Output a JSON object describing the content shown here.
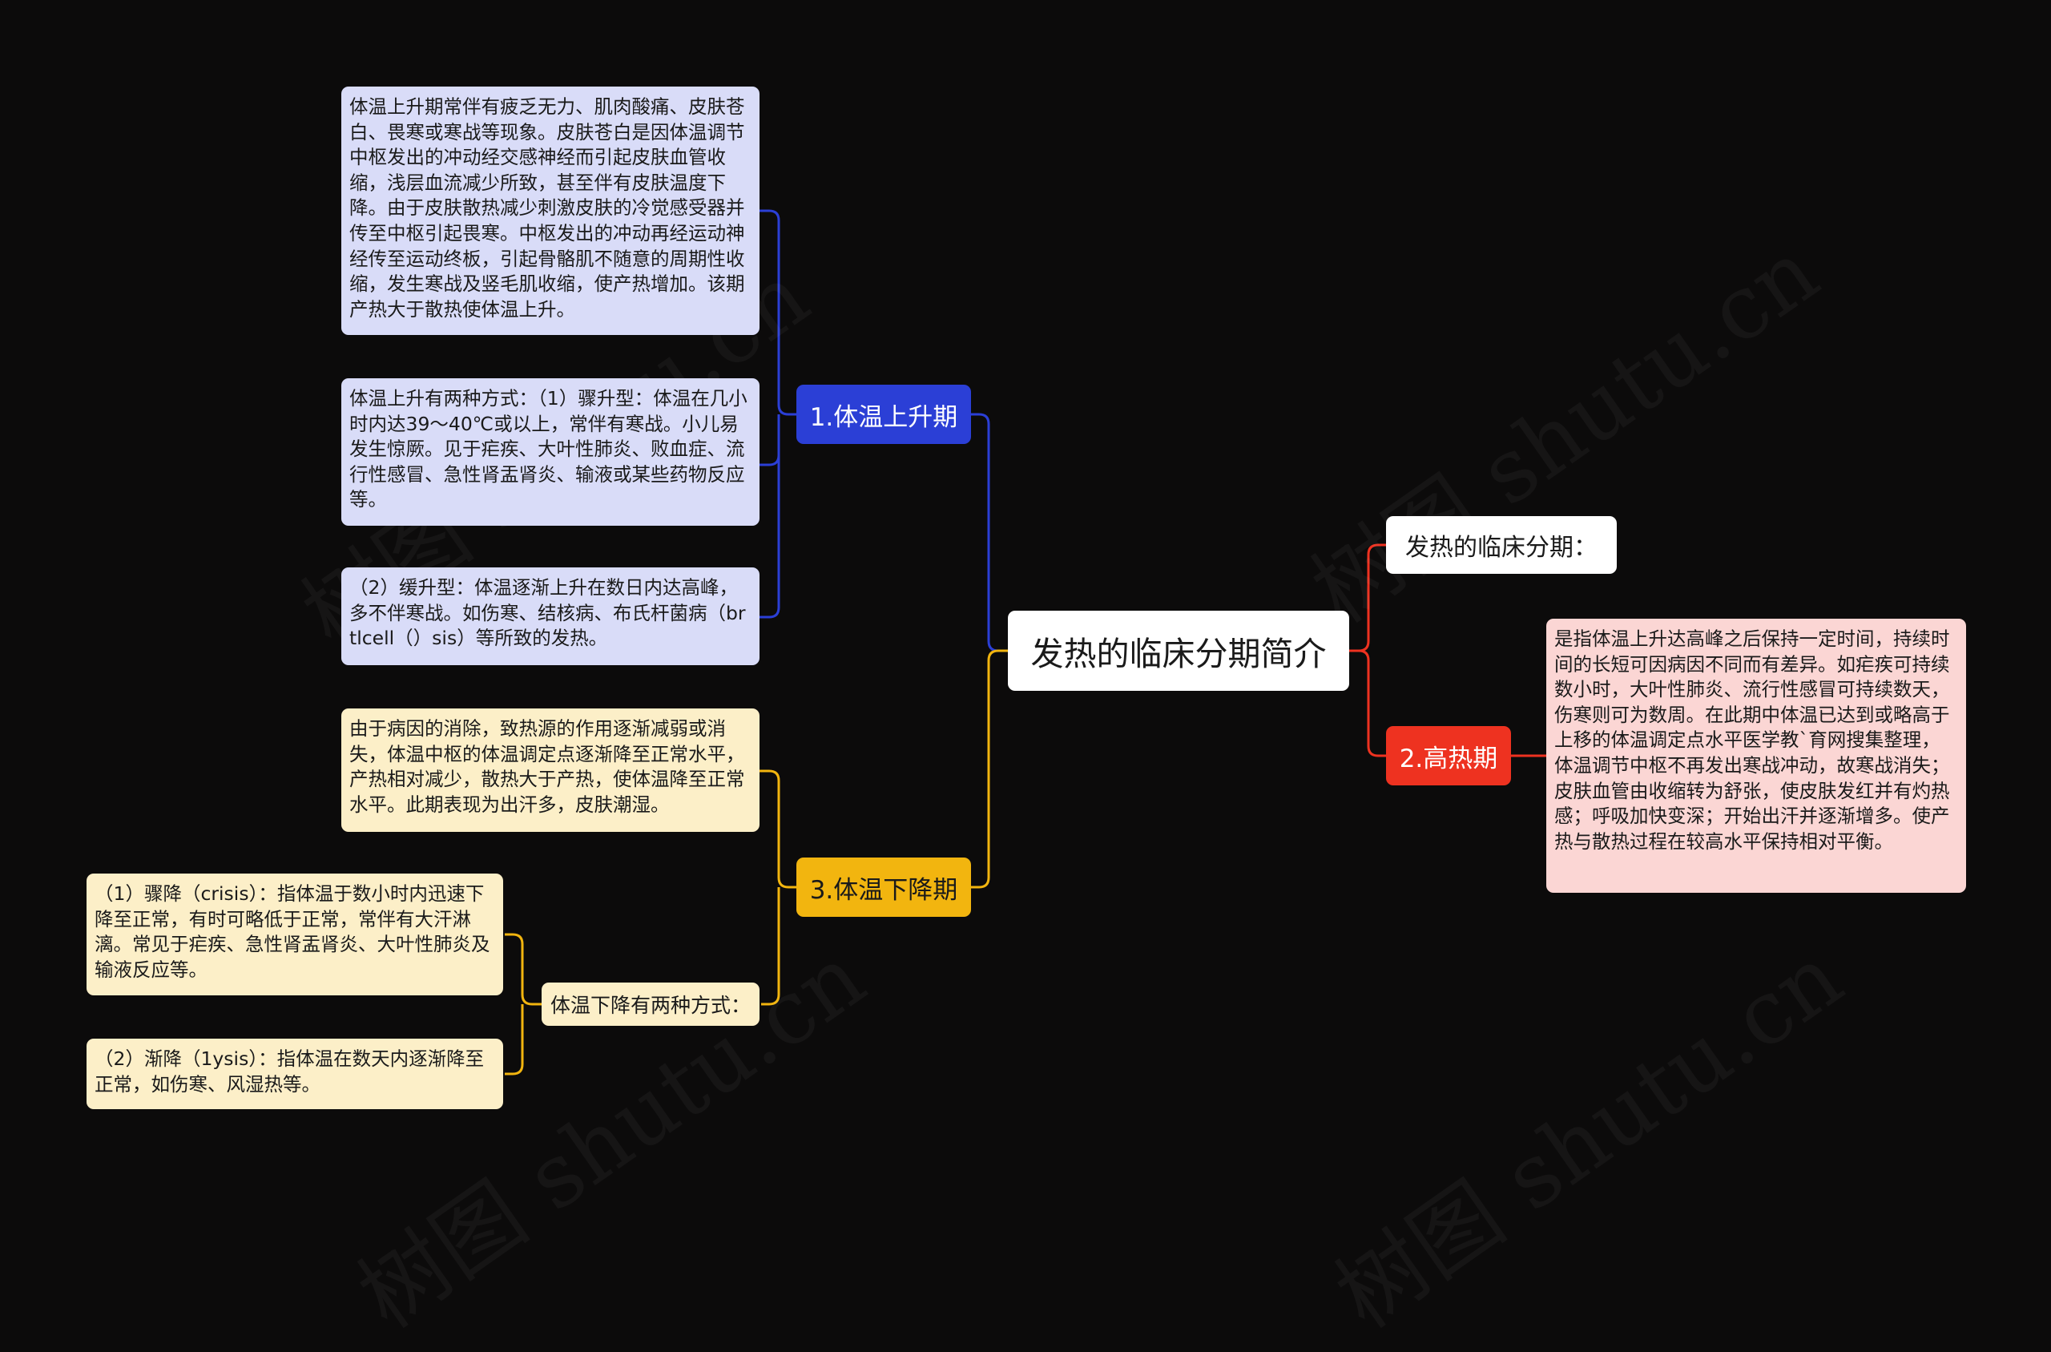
{
  "colors": {
    "background": "#0c0b0b",
    "blue_branch": "#2b3fd6",
    "yellow_branch": "#f2b50f",
    "red_branch": "#ee3220",
    "blue_leaf": "#d9dcf8",
    "yellow_leaf": "#fcefc8",
    "red_leaf": "#fbd6d4"
  },
  "root": {
    "label": "发热的临床分期简介"
  },
  "branches": {
    "rise": {
      "label": "1.体温上升期",
      "notes": [
        "体温上升期常伴有疲乏无力、肌肉酸痛、皮肤苍白、畏寒或寒战等现象。皮肤苍白是因体温调节中枢发出的冲动经交感神经而引起皮肤血管收缩，浅层血流减少所致，甚至伴有皮肤温度下降。由于皮肤散热减少刺激皮肤的冷觉感受器并传至中枢引起畏寒。中枢发出的冲动再经运动神经传至运动终板，引起骨骼肌不随意的周期性收缩，发生寒战及竖毛肌收缩，使产热增加。该期产热大于散热使体温上升。",
        "体温上升有两种方式：（1）骤升型：体温在几小时内达39～40℃或以上，常伴有寒战。小儿易发生惊厥。见于疟疾、大叶性肺炎、败血症、流行性感冒、急性肾盂肾炎、输液或某些药物反应等。",
        "（2）缓升型：体温逐渐上升在数日内达高峰，多不伴寒战。如伤寒、结核病、布氏杆菌病（brtlcell（）sis）等所致的发热。"
      ]
    },
    "fall": {
      "label": "3.体温下降期",
      "notes": [
        "由于病因的消除，致热源的作用逐渐减弱或消失，体温中枢的体温调定点逐渐降至正常水平，产热相对减少，散热大于产热，使体温降至正常水平。此期表现为出汗多，皮肤潮湿。"
      ],
      "sub": {
        "label": "体温下降有两种方式：",
        "notes": [
          "（1）骤降（crisis）：指体温于数小时内迅速下降至正常，有时可略低于正常，常伴有大汗淋漓。常见于疟疾、急性肾盂肾炎、大叶性肺炎及输液反应等。",
          "（2）渐降（1ysis）：指体温在数天内逐渐降至正常，如伤寒、风湿热等。"
        ]
      }
    },
    "intro": {
      "label": "发热的临床分期："
    },
    "high": {
      "label": "2.高热期",
      "note": " 是指体温上升达高峰之后保持一定时间，持续时间的长短可因病因不同而有差异。如疟疾可持续数小时，大叶性肺炎、流行性感冒可持续数天，伤寒则可为数周。在此期中体温已达到或略高于上移的体温调定点水平医学教`育网搜集整理，体温调节中枢不再发出寒战冲动，故寒战消失；皮肤血管由收缩转为舒张，使皮肤发红并有灼热感；呼吸加快变深；开始出汗并逐渐增多。使产热与散热过程在较高水平保持相对平衡。"
    }
  },
  "watermark": [
    "树图 shutu.cn",
    "树图 shutu.cn",
    "树图 shutu.cn",
    "树图 shutu.cn"
  ]
}
